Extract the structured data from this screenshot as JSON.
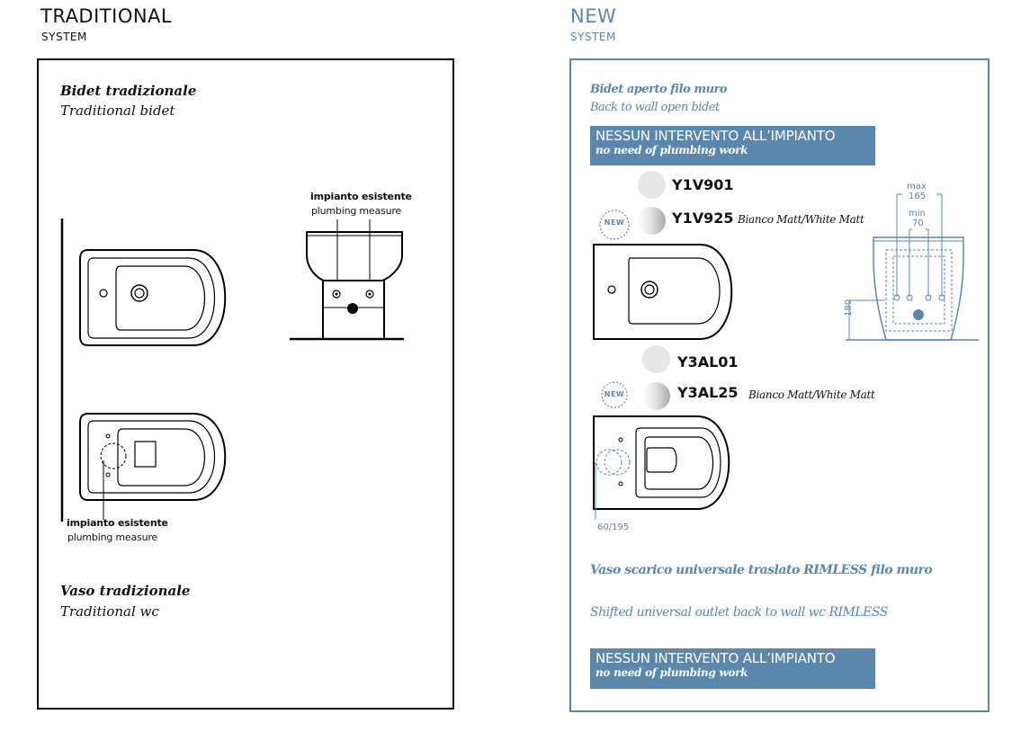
{
  "left": {
    "title": "TRADITIONAL",
    "subtitle": "SYSTEM",
    "bidet_it": "Bidet tradizionale",
    "bidet_en": "Traditional bidet",
    "plumbing_label_top_it": "impianto esistente",
    "plumbing_label_top_en": "plumbing measure",
    "plumbing_label_bottom_it": "impianto esistente",
    "plumbing_label_bottom_en": "plumbing measure",
    "wc_it": "Vaso tradizionale",
    "wc_en": "Traditional wc"
  },
  "right": {
    "title": "NEW",
    "subtitle": "SYSTEM",
    "bidet_it": "Bidet aperto filo muro",
    "bidet_en": "Back to wall open bidet",
    "banner_top": {
      "line1": "NESSUN INTERVENTO ALL’IMPIANTO",
      "line2": "no need of plumbing work"
    },
    "products_bidet": [
      {
        "code": "Y1V901",
        "finish": ""
      },
      {
        "code": "Y1V925",
        "finish": "Bianco Matt/White Matt"
      }
    ],
    "products_wc": [
      {
        "code": "Y3AL01",
        "finish": ""
      },
      {
        "code": "Y3AL25",
        "finish": "Bianco Matt/White Matt"
      }
    ],
    "badge_text": "NEW",
    "dimensions": {
      "max_label": "max",
      "max_value": "165",
      "min_label": "min",
      "min_value": "70",
      "height": "180",
      "offset": "60/195"
    },
    "wc_it": "Vaso scarico universale traslato RIMLESS filo muro",
    "wc_en": "Shifted universal outlet back to wall wc RIMLESS",
    "banner_bottom": {
      "line1": "NESSUN INTERVENTO ALL’IMPIANTO",
      "line2": "no need of plumbing work"
    }
  },
  "colors": {
    "accent_blue": "#5b87ad",
    "line_black": "#000000"
  }
}
